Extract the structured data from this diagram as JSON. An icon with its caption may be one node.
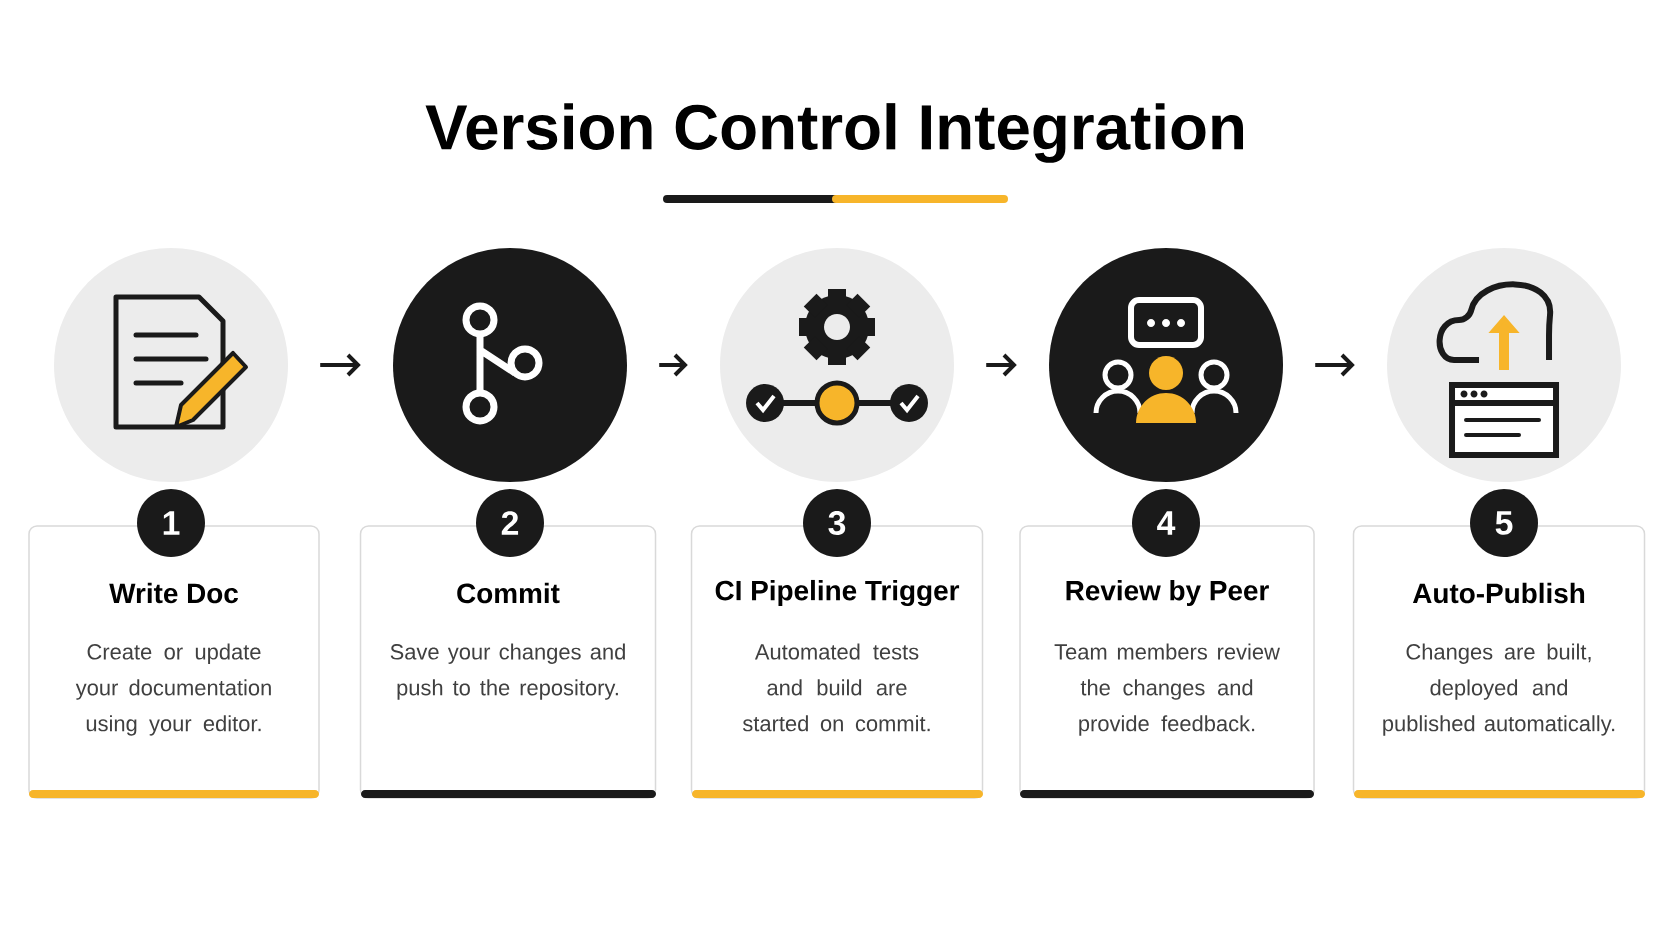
{
  "diagram": {
    "title": "Version Control Integration",
    "nodes": [
      {
        "text": [],
        "shape": "circle"
      },
      {
        "text": [
          "1"
        ]
      },
      {
        "text": [
          "Write Doc",
          "Create or update your documentation using your editor."
        ]
      },
      {
        "text": [],
        "shape": "circle"
      },
      {
        "text": [
          "2"
        ]
      },
      {
        "text": [
          "Commit",
          "Save your changes and push to the repository."
        ]
      },
      {
        "text": [],
        "shape": "circle"
      },
      {
        "text": [
          "3"
        ]
      },
      {
        "text": [
          "CI Pipeline Trigger",
          "Automated tests and build are started on commit."
        ]
      },
      {
        "text": [],
        "shape": "circle"
      },
      {
        "text": [
          "4"
        ]
      },
      {
        "text": [
          "Review by Peer",
          "Team members review the changes and provide feedback."
        ]
      },
      {
        "text": [],
        "shape": "circle"
      },
      {
        "text": [
          "5"
        ]
      },
      {
        "text": [
          "Auto-Publish",
          "Changes are built, deployed and published automatically."
        ]
      }
    ],
    "edges": [
      {
        "from": 0,
        "to": 3,
        "arrow": "to"
      },
      {
        "from": 3,
        "to": 6,
        "arrow": "to"
      },
      {
        "from": 6,
        "to": 9,
        "arrow": "to"
      },
      {
        "from": 9,
        "to": 12,
        "arrow": "to"
      }
    ]
  }
}
